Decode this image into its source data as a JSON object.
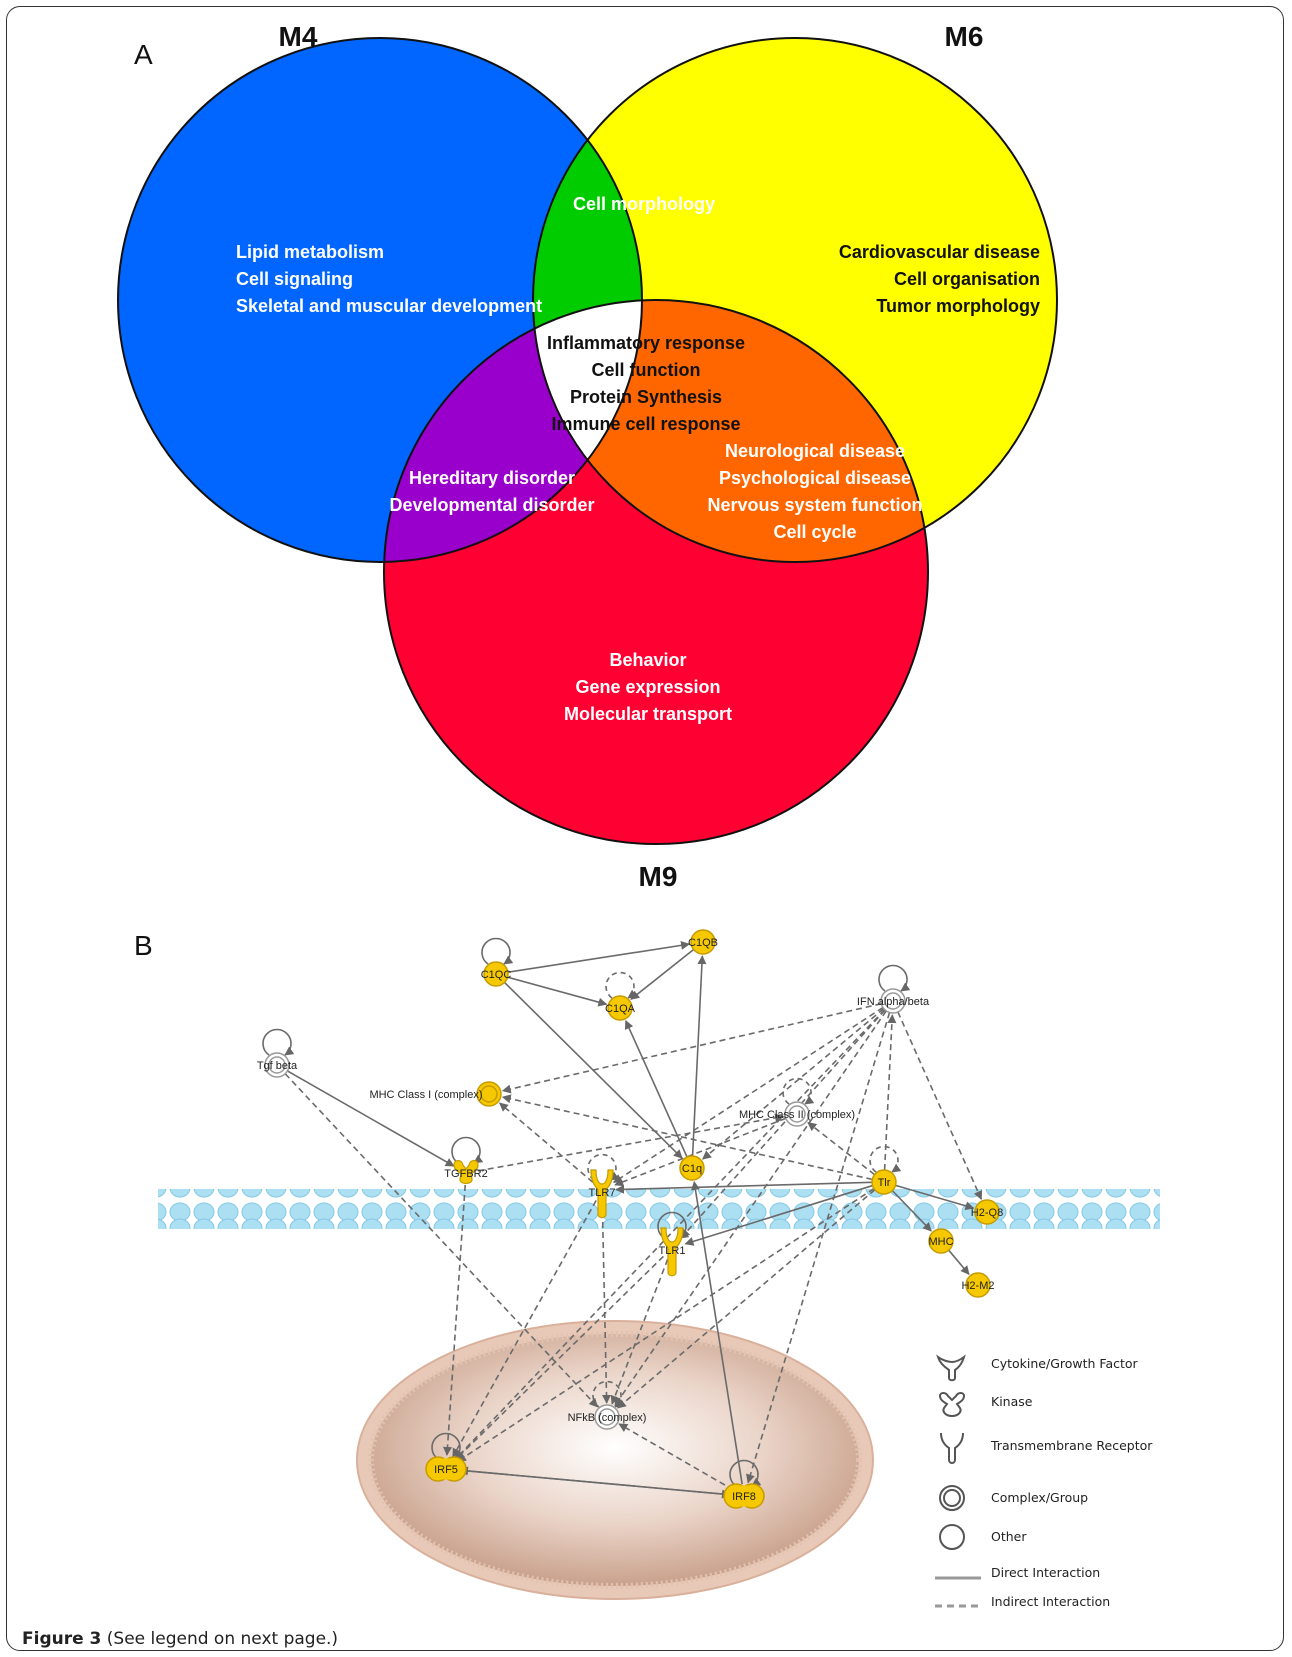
{
  "panelA": {
    "letter": "A",
    "sets": [
      {
        "id": "M4",
        "label": "M4",
        "color": "#0066ff"
      },
      {
        "id": "M6",
        "label": "M6",
        "color": "#ffff00"
      },
      {
        "id": "M9",
        "label": "M9",
        "color": "#ff0033"
      }
    ],
    "regions": [
      {
        "key": "m4_only",
        "color": "#0066ff",
        "text_color": "#ffffff",
        "lines": [
          "Lipid metabolism",
          "Cell signaling",
          "Skeletal and muscular development"
        ]
      },
      {
        "key": "m6_only",
        "color": "#ffff00",
        "text_color": "#111111",
        "lines": [
          "Cardiovascular disease",
          "Cell organisation",
          "Tumor morphology"
        ]
      },
      {
        "key": "m9_only",
        "color": "#ff0033",
        "text_color": "#ffffff",
        "lines": [
          "Behavior",
          "Gene expression",
          "Molecular transport"
        ]
      },
      {
        "key": "m4_m6",
        "color": "#00cc00",
        "text_color": "#ffffff",
        "lines": [
          "Cell morphology"
        ]
      },
      {
        "key": "m4_m9",
        "color": "#9900cc",
        "text_color": "#ffffff",
        "lines": [
          "Hereditary disorder",
          "Developmental disorder"
        ]
      },
      {
        "key": "m6_m9",
        "color": "#ff6600",
        "text_color": "#ffffff",
        "lines": [
          "Neurological disease",
          "Psychological disease",
          "Nervous system function",
          "Cell cycle"
        ]
      },
      {
        "key": "all",
        "color": "#ffffff",
        "text_color": "#111111",
        "lines": [
          "Inflammatory response",
          "Cell function",
          "Protein Synthesis",
          "Immune cell response"
        ]
      }
    ]
  },
  "panelB": {
    "letter": "B",
    "node_color": "#f5c800",
    "nodes": [
      {
        "id": "C1QB",
        "label": "C1QB",
        "shape": "circle",
        "filled": true
      },
      {
        "id": "C1QC",
        "label": "C1QC",
        "shape": "circle",
        "filled": true
      },
      {
        "id": "C1QA",
        "label": "C1QA",
        "shape": "circle",
        "filled": true
      },
      {
        "id": "IFN",
        "label": "IFN alpha/beta",
        "shape": "complex",
        "filled": false
      },
      {
        "id": "Tgfb",
        "label": "Tgf beta",
        "shape": "complex",
        "filled": false
      },
      {
        "id": "MHC1",
        "label": "MHC Class I (complex)",
        "shape": "complex",
        "filled": true
      },
      {
        "id": "MHC2",
        "label": "MHC Class II (complex)",
        "shape": "complex",
        "filled": false
      },
      {
        "id": "TGFBR2",
        "label": "TGFBR2",
        "shape": "kinase",
        "filled": true
      },
      {
        "id": "C1q",
        "label": "C1q",
        "shape": "circle",
        "filled": true
      },
      {
        "id": "TLR7",
        "label": "TLR7",
        "shape": "receptor",
        "filled": true
      },
      {
        "id": "Tlr",
        "label": "Tlr",
        "shape": "circle",
        "filled": true
      },
      {
        "id": "TLR1",
        "label": "TLR1",
        "shape": "receptor",
        "filled": true
      },
      {
        "id": "H2Q8",
        "label": "H2-Q8",
        "shape": "circle",
        "filled": true
      },
      {
        "id": "MHC",
        "label": "MHC",
        "shape": "circle",
        "filled": true
      },
      {
        "id": "H2M2",
        "label": "H2-M2",
        "shape": "circle",
        "filled": true
      },
      {
        "id": "NFkB",
        "label": "NFkB (complex)",
        "shape": "complex",
        "filled": false
      },
      {
        "id": "IRF5",
        "label": "IRF5",
        "shape": "double",
        "filled": true
      },
      {
        "id": "IRF8",
        "label": "IRF8",
        "shape": "double",
        "filled": true
      }
    ],
    "edges": [
      {
        "from": "C1QC",
        "to": "C1QB",
        "type": "direct"
      },
      {
        "from": "C1QC",
        "to": "C1QA",
        "type": "direct"
      },
      {
        "from": "C1QB",
        "to": "C1QA",
        "type": "direct"
      },
      {
        "from": "C1q",
        "to": "C1QB",
        "type": "direct"
      },
      {
        "from": "C1q",
        "to": "C1QA",
        "type": "direct"
      },
      {
        "from": "C1QC",
        "to": "C1q",
        "type": "direct"
      },
      {
        "from": "Tgfb",
        "to": "TGFBR2",
        "type": "direct"
      },
      {
        "from": "Tgfb",
        "to": "NFkB",
        "type": "indirect"
      },
      {
        "from": "TGFBR2",
        "to": "MHC2",
        "type": "indirect"
      },
      {
        "from": "TGFBR2",
        "to": "IRF5",
        "type": "indirect"
      },
      {
        "from": "IFN",
        "to": "MHC1",
        "type": "indirect"
      },
      {
        "from": "IFN",
        "to": "TLR7",
        "type": "indirect"
      },
      {
        "from": "IFN",
        "to": "H2Q8",
        "type": "indirect"
      },
      {
        "from": "IFN",
        "to": "NFkB",
        "type": "indirect"
      },
      {
        "from": "IFN",
        "to": "IRF5",
        "type": "indirect"
      },
      {
        "from": "IFN",
        "to": "IRF8",
        "type": "indirect"
      },
      {
        "from": "IFN",
        "to": "TLR1",
        "type": "indirect"
      },
      {
        "from": "IFN",
        "to": "C1q",
        "type": "indirect"
      },
      {
        "from": "Tlr",
        "to": "IFN",
        "type": "indirect"
      },
      {
        "from": "Tlr",
        "to": "TLR7",
        "type": "direct"
      },
      {
        "from": "Tlr",
        "to": "TLR1",
        "type": "direct"
      },
      {
        "from": "Tlr",
        "to": "MHC",
        "type": "direct"
      },
      {
        "from": "Tlr",
        "to": "H2Q8",
        "type": "direct"
      },
      {
        "from": "Tlr",
        "to": "MHC1",
        "type": "indirect"
      },
      {
        "from": "Tlr",
        "to": "MHC2",
        "type": "indirect"
      },
      {
        "from": "Tlr",
        "to": "NFkB",
        "type": "indirect"
      },
      {
        "from": "Tlr",
        "to": "IRF5",
        "type": "indirect"
      },
      {
        "from": "MHC",
        "to": "H2M2",
        "type": "direct"
      },
      {
        "from": "TLR7",
        "to": "MHC1",
        "type": "indirect"
      },
      {
        "from": "TLR7",
        "to": "NFkB",
        "type": "indirect"
      },
      {
        "from": "TLR7",
        "to": "IRF5",
        "type": "indirect"
      },
      {
        "from": "TLR1",
        "to": "NFkB",
        "type": "indirect"
      },
      {
        "from": "TLR1",
        "to": "IRF5",
        "type": "indirect"
      },
      {
        "from": "IRF8",
        "to": "C1q",
        "type": "direct"
      },
      {
        "from": "IRF8",
        "to": "NFkB",
        "type": "indirect"
      },
      {
        "from": "IRF5",
        "to": "IRF8",
        "type": "direct"
      },
      {
        "from": "IRF8",
        "to": "IRF5",
        "type": "direct"
      },
      {
        "from": "MHC2",
        "to": "TLR7",
        "type": "indirect"
      }
    ],
    "self_loops": [
      {
        "node": "C1QC",
        "type": "direct"
      },
      {
        "node": "C1QA",
        "type": "indirect"
      },
      {
        "node": "IFN",
        "type": "direct"
      },
      {
        "node": "Tgfb",
        "type": "direct"
      },
      {
        "node": "MHC2",
        "type": "indirect"
      },
      {
        "node": "TGFBR2",
        "type": "direct"
      },
      {
        "node": "TLR7",
        "type": "indirect"
      },
      {
        "node": "Tlr",
        "type": "indirect"
      },
      {
        "node": "TLR1",
        "type": "direct"
      },
      {
        "node": "NFkB",
        "type": "indirect"
      },
      {
        "node": "IRF5",
        "type": "direct"
      },
      {
        "node": "IRF8",
        "type": "direct"
      }
    ],
    "legend": [
      {
        "icon": "cytokine",
        "label": "Cytokine/Growth Factor"
      },
      {
        "icon": "kinase",
        "label": "Kinase"
      },
      {
        "icon": "receptor",
        "label": "Transmembrane Receptor"
      },
      {
        "icon": "complex",
        "label": "Complex/Group"
      },
      {
        "icon": "other",
        "label": "Other"
      },
      {
        "icon": "direct",
        "label": "Direct Interaction"
      },
      {
        "icon": "indirect",
        "label": "Indirect Interaction"
      }
    ]
  },
  "caption": {
    "label": "Figure 3",
    "text": " (See legend on next page.)"
  }
}
